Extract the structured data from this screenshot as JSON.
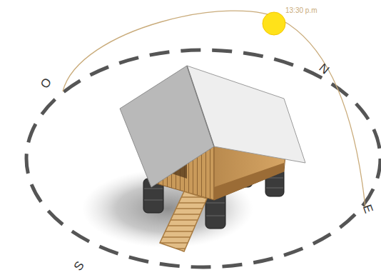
{
  "diagram": {
    "labels": [
      "13:30 p.m",
      "O",
      "N",
      "E",
      "S"
    ]
  }
}
